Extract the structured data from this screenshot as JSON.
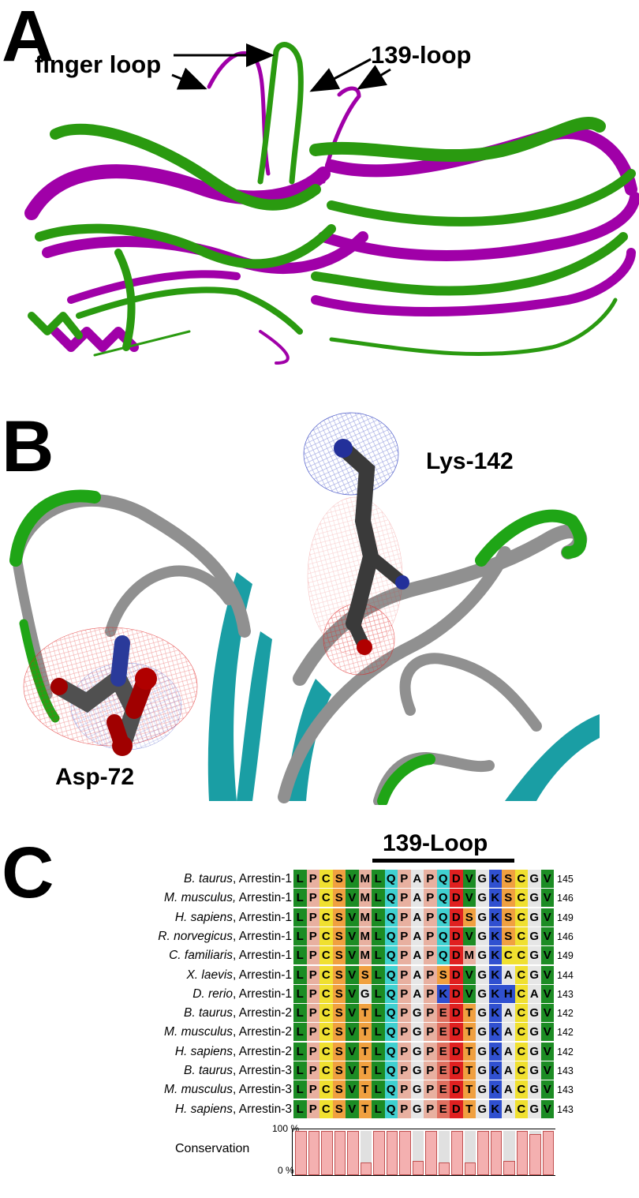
{
  "panel_a": {
    "letter": "A",
    "label_finger_loop": "finger loop",
    "label_139_loop": "139-loop",
    "colors": {
      "green": "#2a9a10",
      "magenta": "#a000a8"
    }
  },
  "panel_b": {
    "letter": "B",
    "label_lys": "Lys-142",
    "label_asp": "Asp-72",
    "colors": {
      "coil": "#909090",
      "strand": "#1a9ea4",
      "loop_green": "#1fa516",
      "stick": "#404040",
      "oxygen": "#c00000",
      "nitrogen": "#2030a0"
    }
  },
  "panel_c": {
    "letter": "C",
    "loop_label": "139-Loop",
    "conservation_label": "Conservation",
    "axis_top": "100 %",
    "axis_bottom": "0 %",
    "rows": [
      {
        "genus": "B. taurus",
        "sep": ",",
        "protein": " Arrestin-1",
        "seq": "LPCSVMLQPAPQDVGKSCGV",
        "end": "145"
      },
      {
        "genus": "M. musculus,",
        "sep": "",
        "protein": " Arrestin-1",
        "seq": "LPCSVMLQPAPQDVGKSCGV",
        "end": "146"
      },
      {
        "genus": "H. sapiens",
        "sep": ",",
        "protein": " Arrestin-1",
        "seq": "LPCSVMLQPAPQDSGKSCGV",
        "end": "149"
      },
      {
        "genus": "R. norvegicus",
        "sep": ",",
        "protein": " Arrestin-1",
        "seq": "LPCSVMLQPAPQDVGKSCGV",
        "end": "146"
      },
      {
        "genus": "C. familiaris",
        "sep": ",",
        "protein": " Arrestin-1",
        "seq": "LPCSVMLQPAPQDMGKCCGV",
        "end": "149"
      },
      {
        "genus": "X. laevis",
        "sep": ",",
        "protein": " Arrestin-1",
        "seq": "LPCSVSLQPAPSDVGKACGV",
        "end": "144"
      },
      {
        "genus": "D. rerio",
        "sep": ",",
        "protein": " Arrestin-1",
        "seq": "LPCSVGLQPAPKDVGKHCAV",
        "end": "143"
      },
      {
        "genus": "B. taurus",
        "sep": ",",
        "protein": " Arrestin-2",
        "seq": "LPCSVTLQPGPEDTGKACGV",
        "end": "142"
      },
      {
        "genus": "M. musculus",
        "sep": ",",
        "protein": " Arrestin-2",
        "seq": "LPCSVTLQPGPEDTGKACGV",
        "end": "142"
      },
      {
        "genus": "H. sapiens",
        "sep": ",",
        "protein": " Arrestin-2",
        "seq": "LPCSVTLQPGPEDTGKACGV",
        "end": "142"
      },
      {
        "genus": "B. taurus",
        "sep": ",",
        "protein": " Arrestin-3",
        "seq": "LPCSVTLQPGPEDTGKACGV",
        "end": "143"
      },
      {
        "genus": "M. musculus",
        "sep": ",",
        "protein": " Arrestin-3",
        "seq": "LPCSVTLQPGPEDTGKACGV",
        "end": "143"
      },
      {
        "genus": "H. sapiens",
        "sep": ",",
        "protein": " Arrestin-3",
        "seq": "LPCSVTLQPGPEDTGKACGV",
        "end": "143"
      }
    ],
    "conservation": [
      1,
      1,
      1,
      1,
      1,
      0.28,
      1,
      1,
      1,
      0.33,
      1,
      0.28,
      1,
      0.28,
      1,
      1,
      0.33,
      1,
      0.93,
      1
    ],
    "residue_colors": {
      "L": "#1c8c24",
      "V": "#1c8c24",
      "G": "#e6e6e6",
      "P": "#e8b0a0",
      "C": "#f0e030",
      "S": "#f0a040",
      "T": "#f0a040",
      "M": "#e8b0a0",
      "Q": "#40d0d0",
      "A": "#e6e6e6",
      "D": "#e02020",
      "E": "#e07060",
      "K": "#3050d0",
      "H": "#3050d0"
    }
  }
}
